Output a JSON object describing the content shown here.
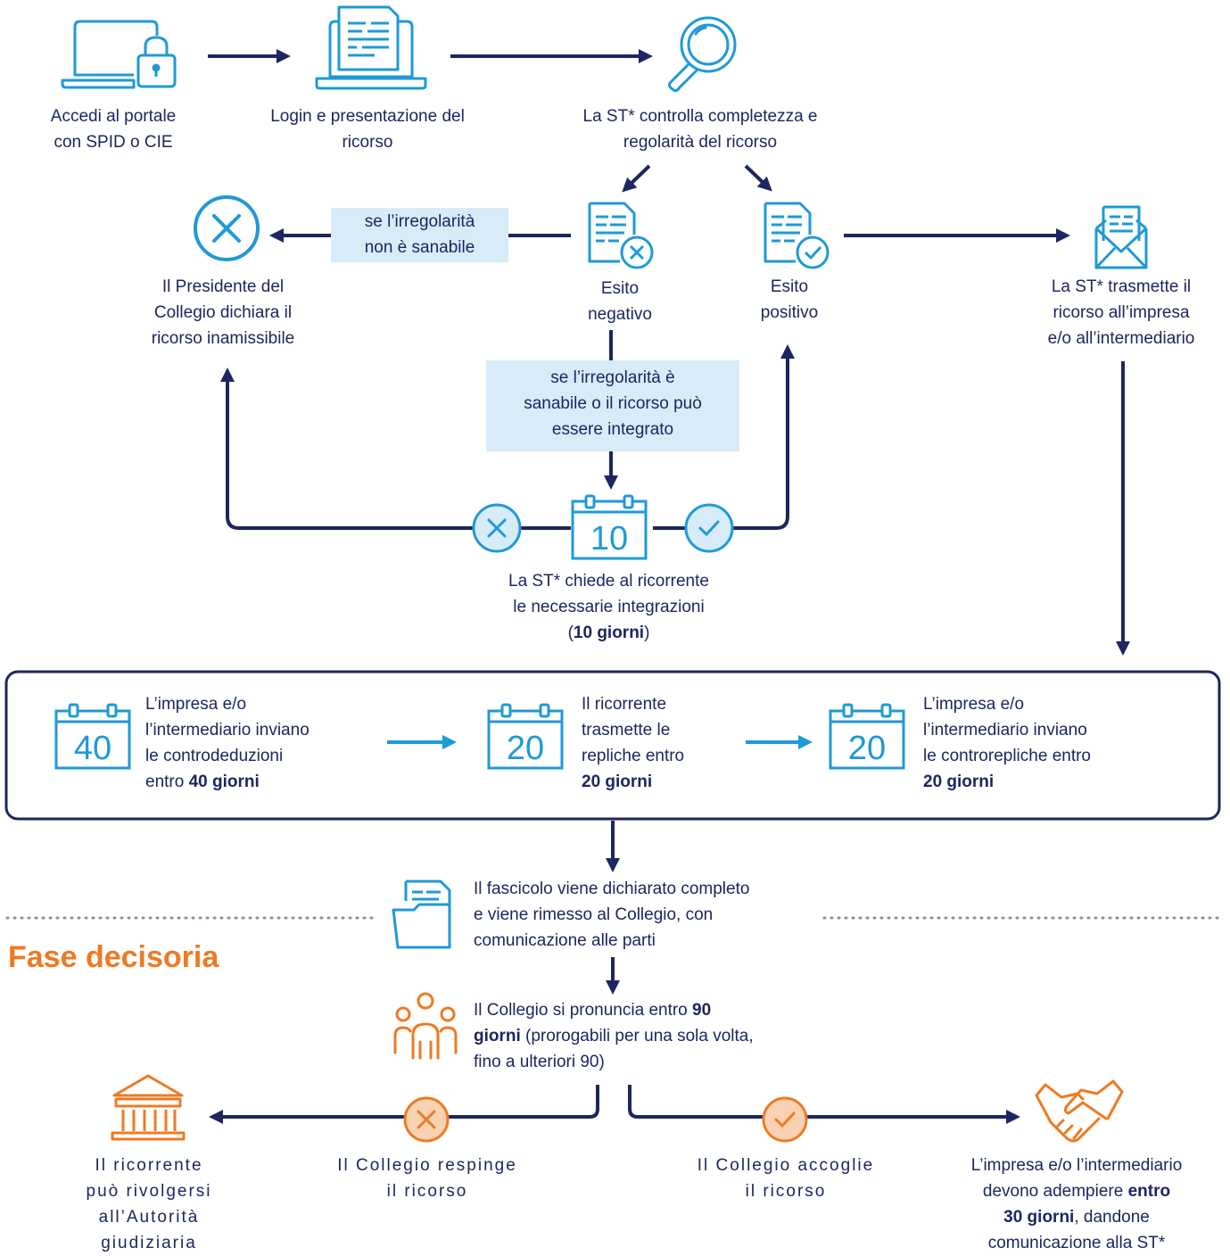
{
  "colors": {
    "navy": "#1d2660",
    "blue": "#1e9ad6",
    "orange": "#ee7a22",
    "light_blue_box": "#d7ebf9"
  },
  "icons": [
    "laptop-lock-icon",
    "laptop-document-icon",
    "magnifier-icon",
    "cross-circle-icon",
    "document-cross-icon",
    "document-check-icon",
    "envelope-document-icon",
    "calendar-icon",
    "folder-document-icon",
    "group-people-icon",
    "courthouse-icon",
    "handshake-icon"
  ],
  "steps": {
    "access": [
      "Accedi al portale",
      "con SPID o CIE"
    ],
    "login": [
      "Login e presentazione del",
      "ricorso"
    ],
    "check": [
      "La ST* controlla completezza e",
      "regolarità del ricorso"
    ],
    "negative": [
      "Esito",
      "negativo"
    ],
    "positive": [
      "Esito",
      "positivo"
    ],
    "inadmissible": [
      "Il Presidente del",
      "Collegio dichiara il",
      "ricorso inamissibile"
    ],
    "transmit": [
      "La ST* trasmette il",
      "ricorso all’impresa",
      "e/o all’intermediario"
    ],
    "integration": {
      "l1": "La ST* chiede al ricorrente",
      "l2": "le necessarie integrazioni",
      "open": "(",
      "bold": "10 giorni",
      "close": ")"
    }
  },
  "conditions": {
    "not_fixable": [
      "se l’irregolarità",
      "non è sanabile"
    ],
    "fixable": [
      "se l’irregolarità è",
      "sanabile o il ricorso può",
      "essere integrato"
    ]
  },
  "calendars": {
    "ten": "10",
    "forty": "40",
    "twenty_a": "20",
    "twenty_b": "20"
  },
  "exchange": {
    "counter": {
      "lines": [
        "L’impresa e/o",
        "l’intermediario inviano",
        "le controdeduzioni"
      ],
      "pre": "entro ",
      "bold": "40 giorni"
    },
    "replies": {
      "lines": [
        "Il ricorrente",
        "trasmette le",
        "repliche entro"
      ],
      "bold": "20 giorni"
    },
    "counter_replies": {
      "lines": [
        "L’impresa e/o",
        "l’intermediario inviano",
        "le controrepliche entro"
      ],
      "bold": "20 giorni"
    }
  },
  "file_complete": [
    "Il fascicolo viene dichiarato completo",
    "e viene rimesso al Collegio, con",
    "comunicazione alle parti"
  ],
  "phase_title": "Fase decisoria",
  "decision": {
    "pre": "Il Collegio si pronuncia entro ",
    "bold1": "90",
    "bold2": "giorni",
    "rest": " (prorogabili per una sola volta,",
    "l3": "fino a ulteriori 90)"
  },
  "outcomes": {
    "judicial": [
      "Il ricorrente",
      "può rivolgersi",
      "all’Autorità",
      "giudiziaria"
    ],
    "rejects": [
      "Il Collegio respinge",
      "il ricorso"
    ],
    "accepts": [
      "Il Collegio accoglie",
      "il ricorso"
    ],
    "comply": {
      "l1": "L’impresa e/o l’intermediario",
      "l2_pre": "devono adempiere ",
      "l2_bold": "entro",
      "l3_bold": "30 giorni",
      "l3_rest": ", dandone",
      "l4": "comunicazione alla ST*"
    }
  }
}
